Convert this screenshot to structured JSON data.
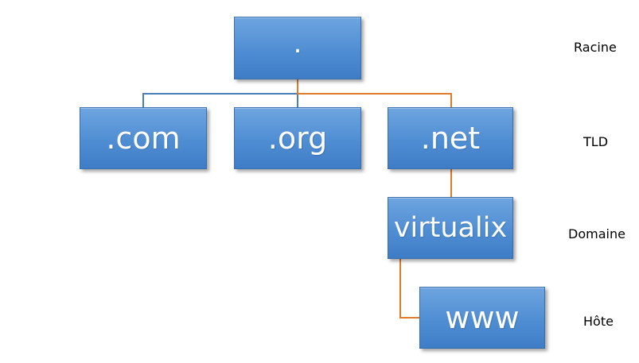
{
  "nodes": {
    "root": ".",
    "com": ".com",
    "org": ".org",
    "net": ".net",
    "virtualix": "virtualix",
    "www": "www"
  },
  "levels": {
    "root": "Racine",
    "tld": "TLD",
    "domain": "Domaine",
    "host": "Hôte"
  },
  "colors": {
    "node_fill": "#4f8dd3",
    "node_border": "#3a6fae",
    "connector_default": "#4a7ebb",
    "connector_highlight": "#e07b2a"
  },
  "highlighted_path": [
    "root",
    "net",
    "virtualix",
    "www"
  ]
}
